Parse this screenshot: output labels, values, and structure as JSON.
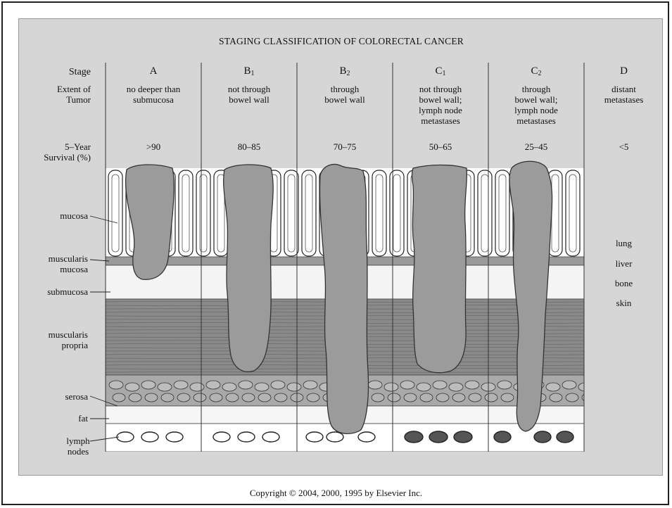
{
  "title": "STAGING CLASSIFICATION OF COLORECTAL CANCER",
  "row_labels": {
    "stage": "Stage",
    "extent": "Extent of\nTumor",
    "survival": "5–Year\nSurvival (%)"
  },
  "stages": [
    {
      "letter": "A",
      "sub": "",
      "extent": "no deeper than\nsubmucosa",
      "survival": ">90"
    },
    {
      "letter": "B",
      "sub": "1",
      "extent": "not through\nbowel wall",
      "survival": "80–85"
    },
    {
      "letter": "B",
      "sub": "2",
      "extent": "through\nbowel wall",
      "survival": "70–75"
    },
    {
      "letter": "C",
      "sub": "1",
      "extent": "not through\nbowel wall;\nlymph node\nmetastases",
      "survival": "50–65"
    },
    {
      "letter": "C",
      "sub": "2",
      "extent": "through\nbowel wall;\nlymph node\nmetastases",
      "survival": "25–45"
    },
    {
      "letter": "D",
      "sub": "",
      "extent": "distant\nmetastases",
      "survival": "<5"
    }
  ],
  "layers": {
    "mucosa": "mucosa",
    "muscularis_mucosa": "muscularis\nmucosa",
    "submucosa": "submucosa",
    "muscularis_propria": "muscularis\npropria",
    "serosa": "serosa",
    "fat": "fat",
    "lymph_nodes": "lymph\nnodes"
  },
  "metastasis_sites": [
    "lung",
    "liver",
    "bone",
    "skin"
  ],
  "copyright": "Copyright © 2004, 2000, 1995 by Elsevier Inc.",
  "colors": {
    "panel": "#d6d6d6",
    "tumor": "#9b9b9b",
    "muscle": "#8a8a8a",
    "mucosa": "#ffffff",
    "positive_node": "#555555"
  }
}
